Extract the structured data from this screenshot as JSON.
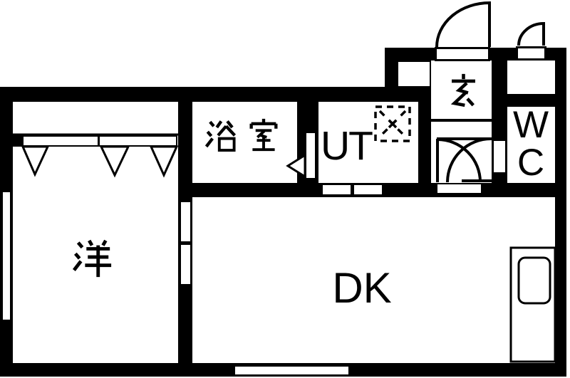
{
  "plan": {
    "name": "apartment-floor-plan",
    "colors": {
      "wall": "#000000",
      "floor": "#ffffff",
      "line": "#000000"
    },
    "rooms": [
      {
        "id": "western-room",
        "label": "洋"
      },
      {
        "id": "bathroom",
        "label": "浴室",
        "label_chars": [
          "浴",
          "室"
        ]
      },
      {
        "id": "utility",
        "label": "UT"
      },
      {
        "id": "entrance",
        "label": "玄"
      },
      {
        "id": "toilet",
        "label": "WC"
      },
      {
        "id": "dining-kitchen",
        "label": "DK"
      }
    ],
    "symbols": [
      "entrance-door-swing",
      "toilet-window-swing",
      "entrance-hall-double-swing",
      "bathroom-door-triangle",
      "closet-hanger-triangles",
      "washing-machine-pan",
      "kitchen-counter",
      "kitchen-sink",
      "window-left",
      "window-bottom",
      "sliding-door-western-dk",
      "sliding-door-utility-dk",
      "closet-sliding-doors",
      "wc-door-leaf",
      "bathroom-door-leaf",
      "entrance-threshold"
    ]
  }
}
